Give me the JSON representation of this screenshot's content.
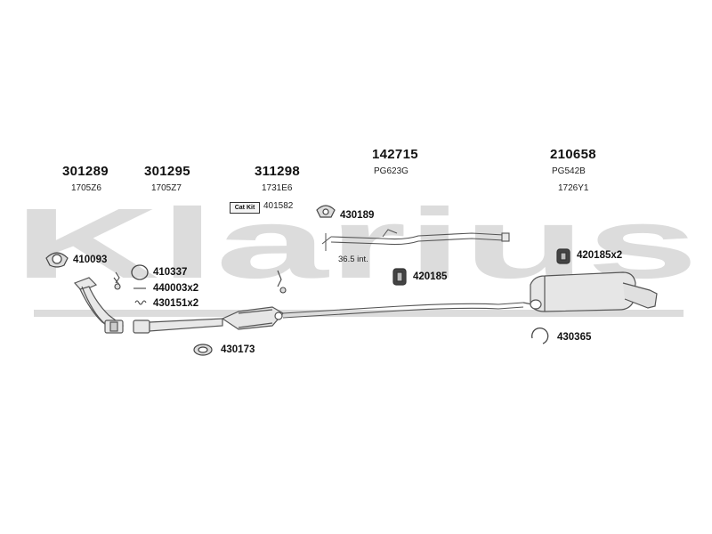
{
  "watermark": {
    "text": "Klarius",
    "color": "#d9d9d9"
  },
  "colors": {
    "line": "#555555",
    "fill": "#e6e6e6",
    "text": "#111111"
  },
  "sections": [
    {
      "code": "301289",
      "ref": "1705Z6"
    },
    {
      "code": "301295",
      "ref": "1705Z7"
    },
    {
      "code": "311298",
      "ref": "1731E6"
    },
    {
      "code": "142715",
      "ref": "PG623G"
    },
    {
      "code": "210658",
      "ref": "PG542B",
      "ref2": "1726Y1"
    }
  ],
  "cat_kit": {
    "badge": "Cat Kit",
    "code": "401582"
  },
  "parts": [
    "410093",
    "410337",
    "440003x2",
    "430151x2",
    "430173",
    "430189",
    "420185",
    "420185x2",
    "430365"
  ],
  "note": "36.5 int."
}
